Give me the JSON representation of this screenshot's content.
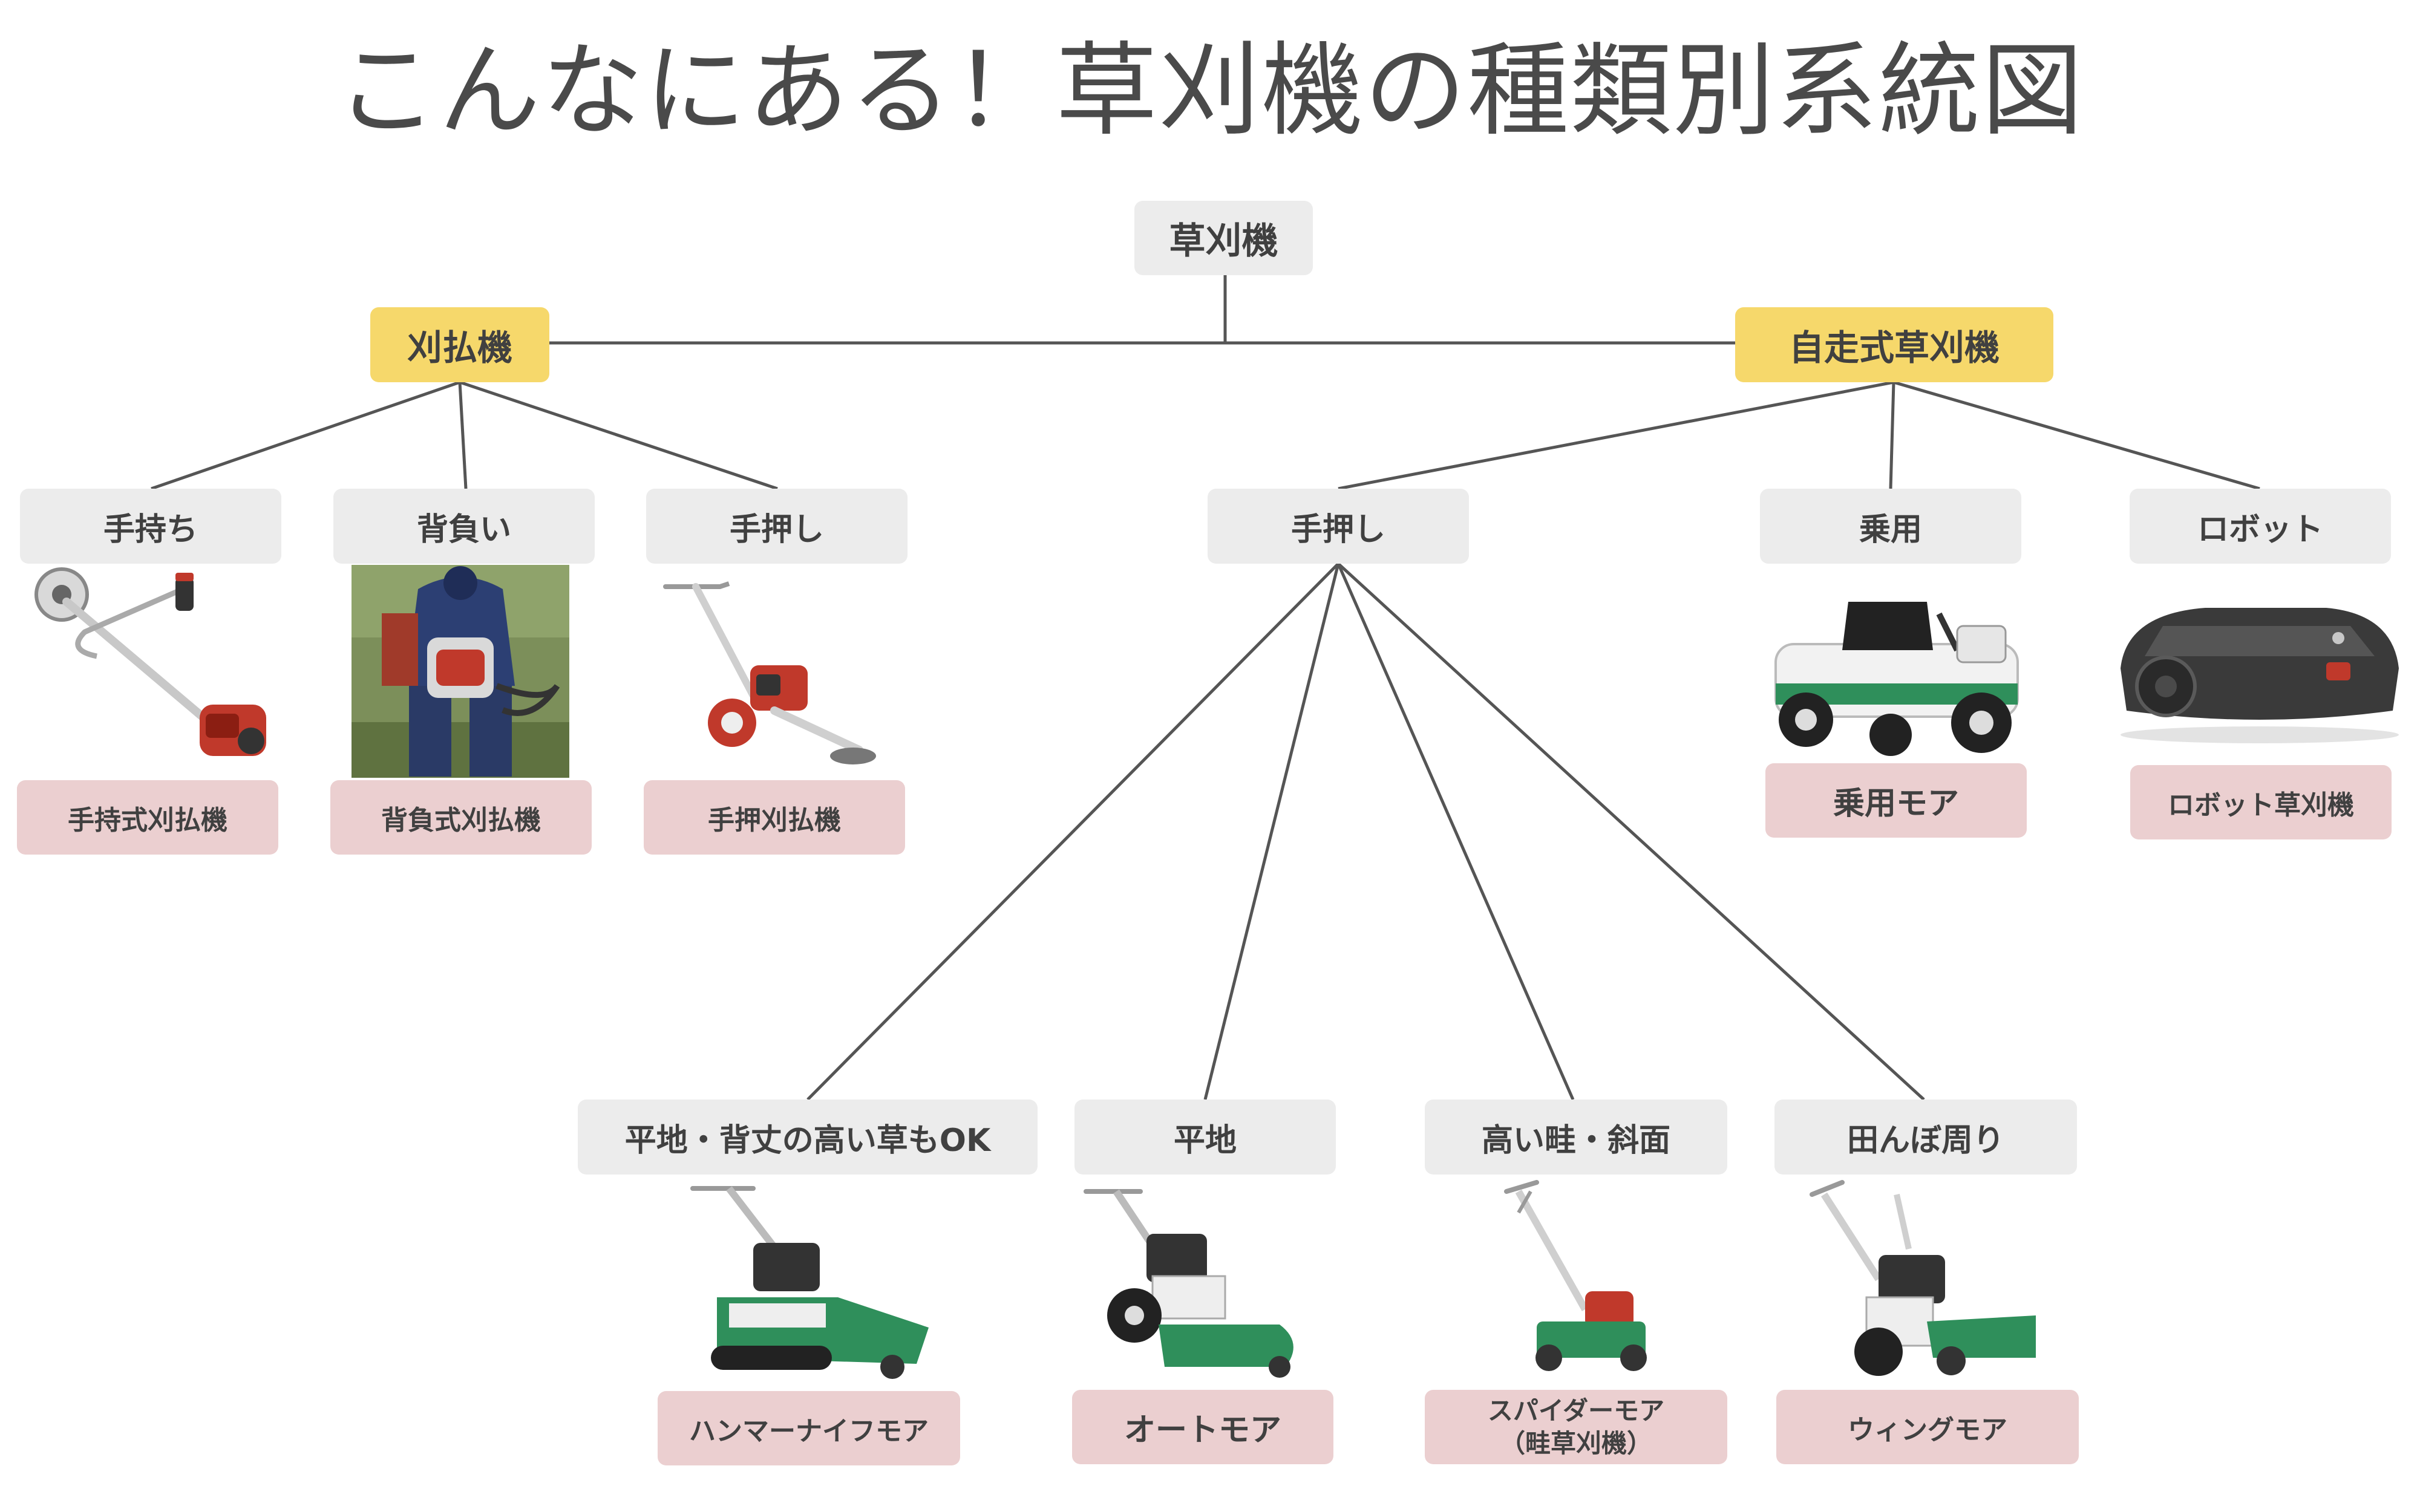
{
  "title": "こんなにある！草刈機の種類別系統図",
  "root": {
    "label": "草刈機"
  },
  "categories": [
    {
      "label": "刈払機"
    },
    {
      "label": "自走式草刈機"
    }
  ],
  "brushcutter_styles": [
    {
      "label": "手持ち",
      "type": "手持式刈払機"
    },
    {
      "label": "背負い",
      "type": "背負式刈払機"
    },
    {
      "label": "手押し",
      "type": "手押刈払機"
    }
  ],
  "self_propelled_styles": [
    {
      "label": "手押し"
    },
    {
      "label": "乗用",
      "type": "乗用モア"
    },
    {
      "label": "ロボット",
      "type": "ロボット草刈機"
    }
  ],
  "walk_behind_uses": [
    {
      "label": "平地・背丈の高い草もOK",
      "type": "ハンマーナイフモア"
    },
    {
      "label": "平地",
      "type": "オートモア"
    },
    {
      "label": "高い畦・斜面",
      "type_line1": "スパイダーモア",
      "type_line2": "（畦草刈機）"
    },
    {
      "label": "田んぼ周り",
      "type": "ウィングモア"
    }
  ],
  "colors": {
    "gray_box": "#ececec",
    "yellow_box": "#f6d86b",
    "pink_box": "#ebcfd0",
    "connector": "#555555",
    "machine_green": "#2f8f5b",
    "machine_red": "#c0392b"
  },
  "icons": {
    "handheld": "handheld-brushcutter-icon",
    "backpack": "backpack-brushcutter-photo",
    "pushed": "wheeled-brushcutter-icon",
    "riding": "riding-mower-icon",
    "robot": "robot-mower-icon",
    "hammer": "hammer-knife-mower-icon",
    "auto": "auto-mower-icon",
    "spider": "spider-mower-icon",
    "wing": "wing-mower-icon"
  }
}
